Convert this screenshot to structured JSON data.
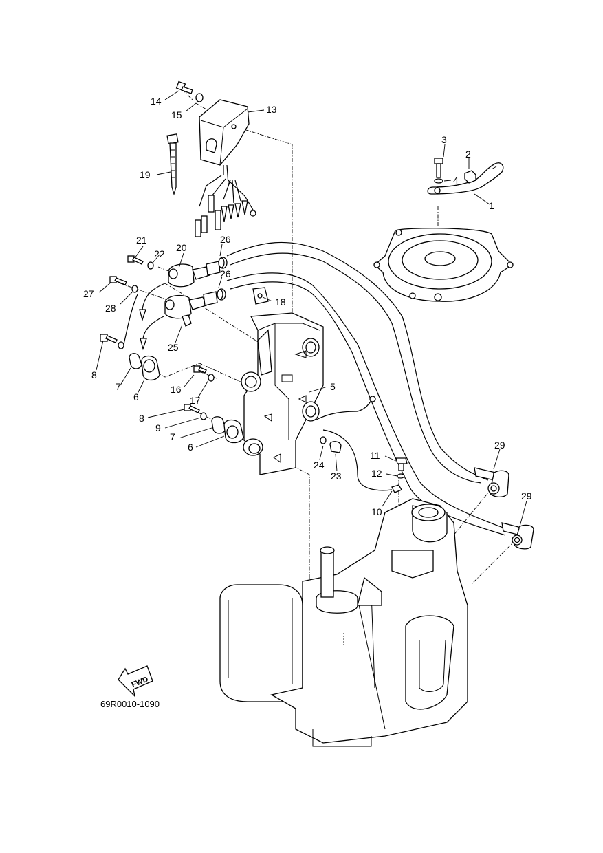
{
  "diagram": {
    "code": "69R0010-1090",
    "fwd_label": "FWD",
    "callouts": {
      "c1": "1",
      "c2": "2",
      "c3": "3",
      "c4": "4",
      "c5": "5",
      "c6a": "6",
      "c6b": "6",
      "c7a": "7",
      "c7b": "7",
      "c8a": "8",
      "c8b": "8",
      "c9": "9",
      "c10": "10",
      "c11": "11",
      "c12": "12",
      "c13": "13",
      "c14": "14",
      "c15": "15",
      "c16": "16",
      "c17": "17",
      "c18": "18",
      "c19": "19",
      "c20": "20",
      "c21": "21",
      "c22": "22",
      "c23": "23",
      "c24": "24",
      "c25": "25",
      "c26a": "26",
      "c26b": "26",
      "c27": "27",
      "c28": "28",
      "c29a": "29",
      "c29b": "29"
    }
  }
}
